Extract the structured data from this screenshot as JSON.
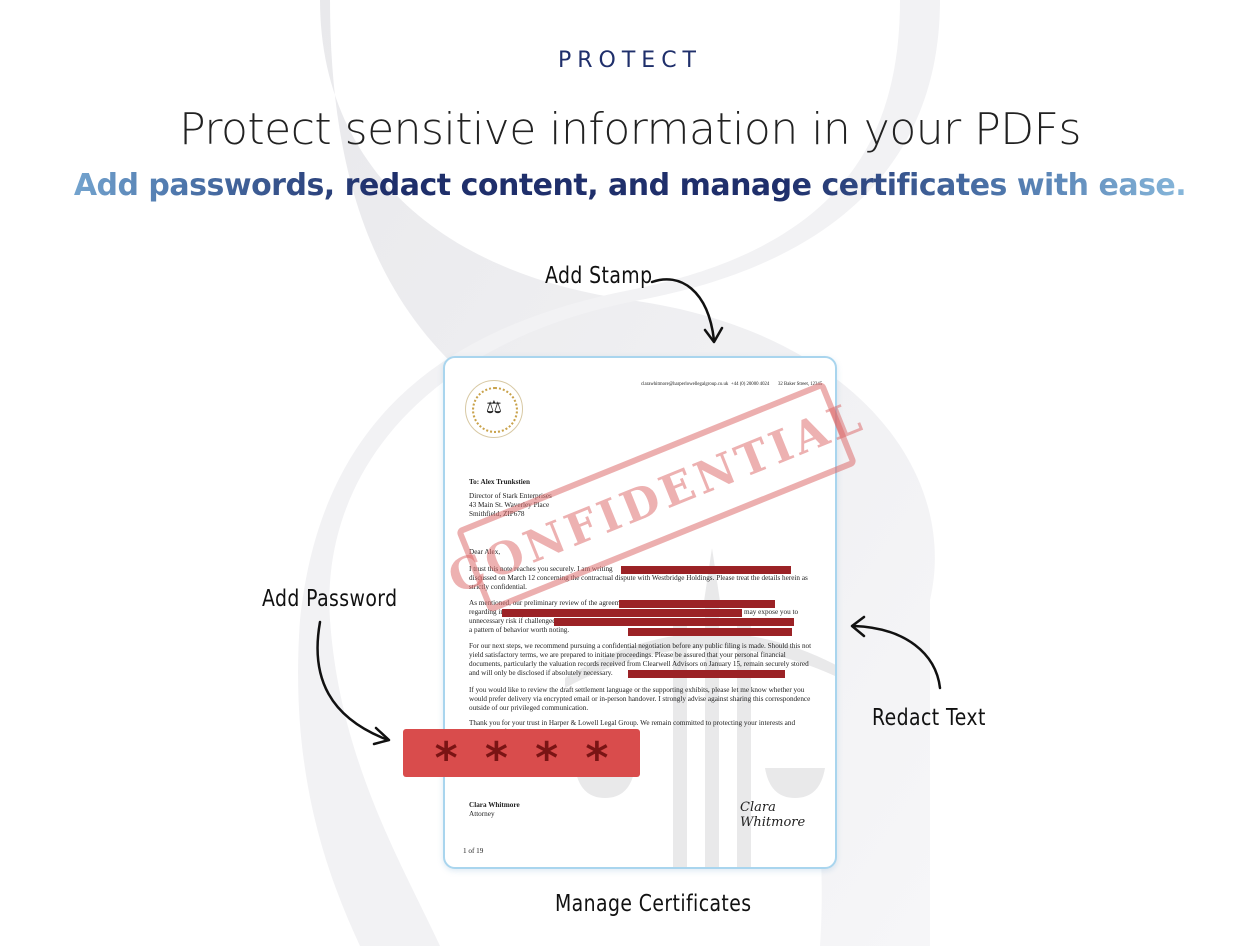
{
  "header": {
    "eyebrow": "PROTECT",
    "headline": "Protect sensitive information in your PDFs",
    "subline": "Add passwords, redact content, and manage certificates with ease."
  },
  "callouts": {
    "add_stamp": "Add Stamp",
    "add_password": "Add Password",
    "redact_text": "Redact Text",
    "manage_certificates": "Manage Certificates"
  },
  "colors": {
    "eyebrow": "#1f2f6b",
    "headline": "#222222",
    "subline_dark": "#1f2f6b",
    "subline_light": "#8ec3e6",
    "doc_border": "#a9d5ee",
    "redaction": "#9b2226",
    "password_box": "#d94c4c",
    "password_star": "#7a1414",
    "stamp": "#dc6e6e"
  },
  "document": {
    "letterhead": {
      "email": "clarawhitmore@harperlowellegalgroup.co.uk",
      "phone": "+44 (0) 20000 4024",
      "address": "32 Baker Street, 12345",
      "logo": "law-firm-seal"
    },
    "stamp_text": "CONFIDENTIAL",
    "recipient": {
      "to": "To: Alex Trunkstien",
      "line1": "Director of Stark Enterprises",
      "line2": "43 Main St. Waverley Place",
      "line3": "Smithfield, ZIP678"
    },
    "salutation": "Dear Alex,",
    "paragraphs": {
      "p1a": "I trust this note reaches you securely. I am writing",
      "p1b": "discussed on March 12 concerning the contractual dispute with Westbridge Holdings. Please treat the details herein as",
      "p1c": "strictly confidential.",
      "p2a": "As mentioned, our preliminary review of the agreemen",
      "p2b": "regarding in",
      "p2b_end": "may expose you to",
      "p2c": "unnecessary risk if challenged",
      "p2d": "a pattern of behavior worth noting.",
      "p3a": "For our next steps, we recommend pursuing a confidential negotiation before any public filing is made. Should this not",
      "p3b": "yield satisfactory terms, we are prepared to initiate proceedings. Please be assured that your personal financial",
      "p3c": "documents, particularly the valuation records received from Clearwell Advisors on January 15, remain securely stored",
      "p3d": "and will only be disclosed if absolutely necessary.",
      "p4a": "If you would like to review the draft settlement language or the supporting exhibits, please let me know whether you",
      "p4b": "would prefer delivery via encrypted email or in-person handover. I strongly advise against sharing this correspondence",
      "p4c": "outside of our privileged communication.",
      "p5a": "Thank you for your trust in Harper & Lowell Legal Group. We remain committed to protecting your interests and",
      "p5b": "achieving a favorable outcome."
    },
    "signer_name": "Clara Whitmore",
    "signer_title": "Attorney",
    "signature": "Clara Whitmore",
    "page_indicator": "1 of 19"
  },
  "password_field": {
    "masked_value": [
      "*",
      "*",
      "*",
      "*"
    ]
  }
}
